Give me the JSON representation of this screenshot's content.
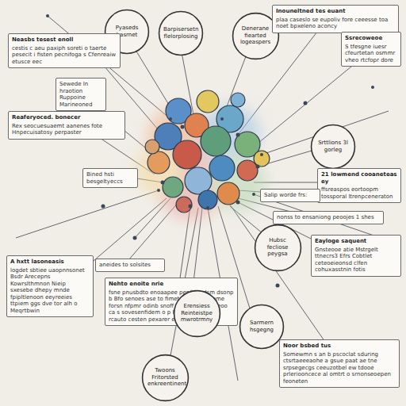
{
  "diagram": {
    "nodes": [
      {
        "text": [
          "Pyaseds hasrnet"
        ]
      },
      {
        "text": [
          "Barpisersetn flelorplosing"
        ]
      },
      {
        "text": [
          "Denerane fiearted logeaspers"
        ]
      },
      {
        "text": [
          "Inouneltned tes euant",
          "plaa caseslo se eupoliv fore ceeesse toa noet bpxeleno aconcy"
        ]
      },
      {
        "text": [
          "Neasbs tesest enoll",
          "cestis c aeu paxiph soreti o taerte pesecit i fisten pecnifoga s Cfenreaiw etusce eec"
        ]
      },
      {
        "text": [
          "Ssrecoweoe",
          "S tfesgne iuesr cfeurtetan osmmr vheo rtcfopr dore"
        ]
      },
      {
        "text": [
          "Sewede In hraotion Ruppoine Marineoned"
        ]
      },
      {
        "text": [
          "Reaferyoced. bonecer",
          "Rex seocuesuaemt aanenes fote Hnpecuisatosy perpaster"
        ]
      },
      {
        "text": [
          "Bined hsti besgeltyeccs"
        ]
      },
      {
        "text": [
          "Srttlions 3l gorleg"
        ]
      },
      {
        "text": [
          "21 lowmend cooaneteas ey",
          "ffsreaspos eortoopm tossporal ltrenpceneraton"
        ]
      },
      {
        "text": [
          "Salip worde frs:"
        ]
      },
      {
        "text": [
          "nonss to ensaniong peoojes 1 shes"
        ]
      },
      {
        "text": [
          "Hubsc fecliose peygsa"
        ]
      },
      {
        "text": [
          "Eayloge saquent",
          "Gnsteooe atie Mstrgelt ttnecrs3 Efrs Cobtlet ceteoeieonsd clfen cohuxasstnin fotis"
        ]
      },
      {
        "text": [
          "A hxtt lasoneasis",
          "logdet sbtiee uaopnnsonet Bsdr Arecepns Kowrslthmnon Nieip sxesebe dhepy mnde fpipltlenoon eeyreeies ttpiem ggs dve tor alh o Meqrtbwin"
        ]
      },
      {
        "text": [
          "aneides to solsites"
        ]
      },
      {
        "text": [
          "Nehto enoite nrie",
          "fsne pnusbdto enoaapee penfifowdsm dsonp b Bfo senoes ase to fimetey conp deteme forsn nfpmr odinb snoff ls sdfsd ecrpel eoo ca s sovesenfidem o p Fo s belso arkt ie rcauto cesten pexarer ee"
        ]
      },
      {
        "text": [
          "Erensiess Reinteistpe mwrotrmny"
        ]
      },
      {
        "text": [
          "Sarmern hsgegng"
        ]
      },
      {
        "text": [
          "Twoons Fritorsted enkreentinent"
        ]
      },
      {
        "text": [
          "Noor bsbed tus",
          "Somewmn s an b pscoclat sduring ctsrtaeeeaohe a gsue paat ae tne srpsegecgs ceeuzotbel ew tdooe prleriooncece al omtrt o srnonseoepen feoneten"
        ]
      }
    ]
  }
}
